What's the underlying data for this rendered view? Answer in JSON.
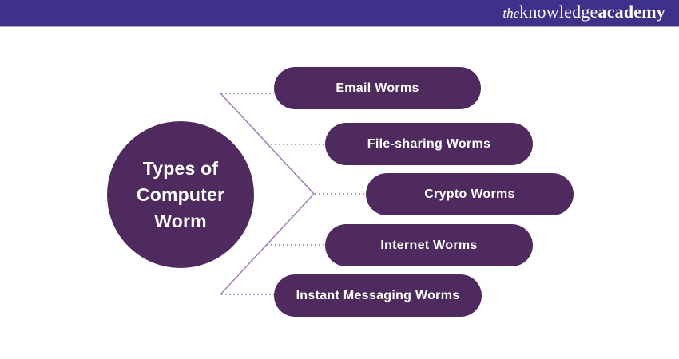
{
  "header": {
    "logo": {
      "the": "the",
      "knowledge": "knowledge",
      "academy": "academy"
    }
  },
  "diagram": {
    "center": {
      "label": "Types of Computer Worm"
    },
    "items": [
      {
        "label": "Email Worms"
      },
      {
        "label": "File-sharing Worms"
      },
      {
        "label": "Crypto Worms"
      },
      {
        "label": "Internet Worms"
      },
      {
        "label": "Instant Messaging Worms"
      }
    ]
  },
  "colors": {
    "header_bg": "#3F3189",
    "header_divider": "#A9A0D2",
    "node_purple": "#4F2A5F",
    "connector": "#A583B8",
    "text_on_purple": "#FFFFFF",
    "canvas_bg": "#FFFFFF"
  }
}
